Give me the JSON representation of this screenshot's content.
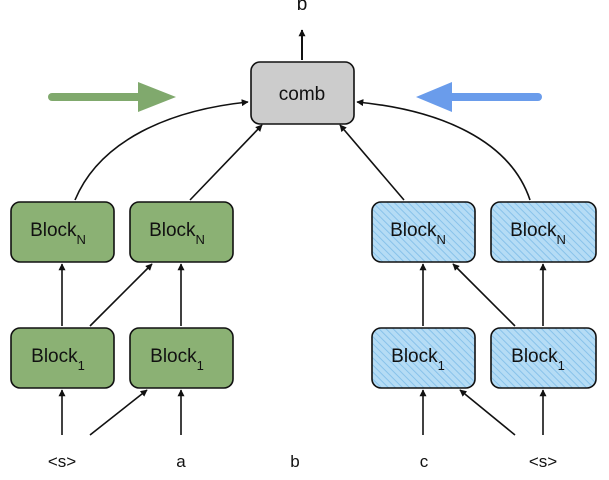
{
  "output_label": "b",
  "combiner": {
    "label": "comb",
    "fill": "#cccccc"
  },
  "forward": {
    "fill": "#8bb174",
    "arrow_color": "#80a96d",
    "layer_top": {
      "base": "Block",
      "sub": "N"
    },
    "layer_bottom": {
      "base": "Block",
      "sub": "1"
    }
  },
  "backward": {
    "fill": "#b5dcf5",
    "hatch_color": "#88c2ea",
    "arrow_color": "#6a9ceb",
    "layer_top": {
      "base": "Block",
      "sub": "N"
    },
    "layer_bottom": {
      "base": "Block",
      "sub": "1"
    }
  },
  "tokens": [
    "<s>",
    "a",
    "b",
    "c",
    "<s>"
  ]
}
